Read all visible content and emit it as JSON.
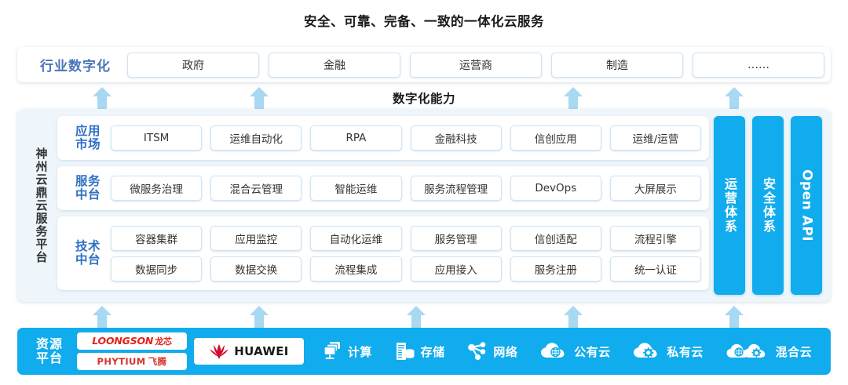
{
  "title": "安全、可靠、完备、一致的一体化云服务",
  "capability_label": "数字化能力",
  "industry": {
    "label": "行业数字化",
    "items": [
      "政府",
      "金融",
      "运营商",
      "制造",
      "……"
    ]
  },
  "platform": {
    "vertical_label": "神州云鼎云服务平台",
    "rows": [
      {
        "label_line1": "应用",
        "label_line2": "市场",
        "lines": [
          [
            "ITSM",
            "运维自动化",
            "RPA",
            "金融科技",
            "信创应用",
            "运维/运营"
          ]
        ]
      },
      {
        "label_line1": "服务",
        "label_line2": "中台",
        "lines": [
          [
            "微服务治理",
            "混合云管理",
            "智能运维",
            "服务流程管理",
            "DevOps",
            "大屏展示"
          ]
        ]
      },
      {
        "label_line1": "技术",
        "label_line2": "中台",
        "lines": [
          [
            "容器集群",
            "应用监控",
            "自动化运维",
            "服务管理",
            "信创适配",
            "流程引擎"
          ],
          [
            "数据同步",
            "数据交换",
            "流程集成",
            "应用接入",
            "服务注册",
            "统一认证"
          ]
        ]
      }
    ],
    "vertical_bars": [
      {
        "text": "运营体系",
        "latin": false
      },
      {
        "text": "安全体系",
        "latin": false
      },
      {
        "text": "Open API",
        "latin": true
      }
    ]
  },
  "resource": {
    "label_line1": "资源",
    "label_line2": "平台",
    "logos": [
      {
        "name": "loongson",
        "latin": "LOONGSON",
        "cn": "龙芯"
      },
      {
        "name": "phytium",
        "latin": "PHYTIUM",
        "cn": "飞腾"
      },
      {
        "name": "huawei",
        "latin": "HUAWEI",
        "cn": ""
      }
    ],
    "items": [
      {
        "icon": "compute-icon",
        "label": "计算"
      },
      {
        "icon": "storage-icon",
        "label": "存储"
      },
      {
        "icon": "network-icon",
        "label": "网络"
      },
      {
        "icon": "public-cloud-icon",
        "label": "公有云"
      },
      {
        "icon": "private-cloud-icon",
        "label": "私有云"
      },
      {
        "icon": "hybrid-cloud-icon",
        "label": "混合云"
      }
    ]
  },
  "arrows": {
    "upper_row_x": [
      130,
      330,
      730,
      935
    ],
    "lower_row_x": [
      130,
      330,
      530,
      730,
      935
    ],
    "color": "#a8d8f2"
  },
  "colors": {
    "accent_blue": "#11aced",
    "label_blue": "#2f6fc4",
    "industry_label_blue": "#4a74b8",
    "panel_bg": "#eef6fb",
    "chip_border": "#cfe4f5",
    "arrow": "#a8d8f2",
    "loongson_red": "#e2231a",
    "huawei_red": "#cf0a2c"
  }
}
